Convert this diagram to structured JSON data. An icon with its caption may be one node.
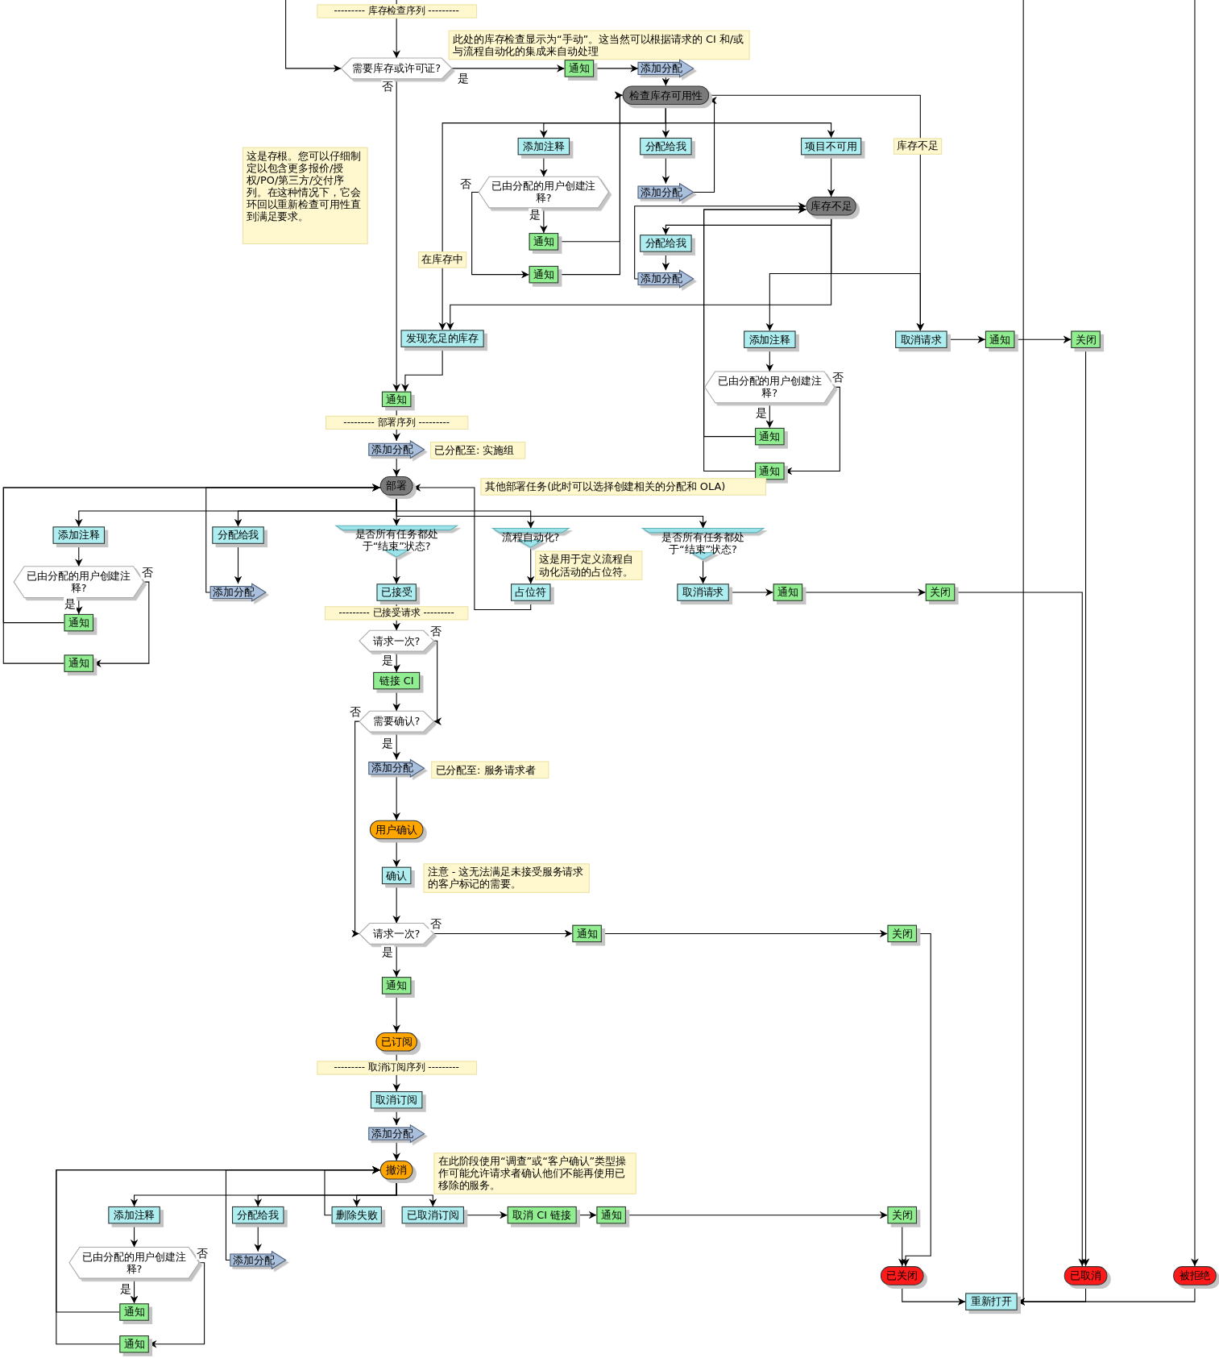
{
  "diagram": {
    "nodes": [
      {
        "text": [
          "--------- 库存检查序列 ---------"
        ]
      },
      {
        "text": [
          "此处的库存检查显示为“手动”。这当然可以根据请求的 CI 和/或与流程自动化的集成来自动处理"
        ]
      },
      {
        "text": [
          "需要库存或许可证?"
        ]
      },
      {
        "text": [
          "通知"
        ]
      },
      {
        "text": [
          "添加分配"
        ]
      },
      {
        "text": [
          "检查库存可用性"
        ]
      },
      {
        "text": [
          "这是存根。您可以仔细制定以包含更多报价/授权/PO/第三方/交付序列。在这种情况下，它会环回以重新检查可用性直到满足要求。"
        ]
      },
      {
        "text": [
          "添加注释"
        ]
      },
      {
        "text": [
          "分配给我"
        ]
      },
      {
        "text": [
          "项目不可用"
        ]
      },
      {
        "text": [
          "已由分配的用户创建注释?"
        ]
      },
      {
        "text": [
          "添加分配"
        ]
      },
      {
        "text": [
          "通知"
        ]
      },
      {
        "text": [
          "通知"
        ]
      },
      {
        "text": [
          "库存不足"
        ]
      },
      {
        "text": [
          "分配给我"
        ]
      },
      {
        "text": [
          "添加分配"
        ]
      },
      {
        "text": [
          "发现充足的库存"
        ]
      },
      {
        "text": [
          "添加注释"
        ]
      },
      {
        "text": [
          "取消请求"
        ]
      },
      {
        "text": [
          "通知"
        ]
      },
      {
        "text": [
          "关闭"
        ]
      },
      {
        "text": [
          "已由分配的用户创建注释?"
        ]
      },
      {
        "text": [
          "通知"
        ]
      },
      {
        "text": [
          "通知"
        ]
      },
      {
        "text": [
          "通知"
        ]
      },
      {
        "text": [
          "--------- 部署序列 ---------"
        ]
      },
      {
        "text": [
          "添加分配"
        ]
      },
      {
        "text": [
          "部署"
        ]
      },
      {
        "text": [
          "添加注释"
        ]
      },
      {
        "text": [
          "分配给我"
        ]
      },
      {
        "text": [
          "是否所有任务都处于“结束”状态?"
        ]
      },
      {
        "text": [
          "流程自动化?"
        ]
      },
      {
        "text": [
          "是否所有任务都处于“结束”状态?"
        ]
      },
      {
        "text": [
          "已由分配的用户创建注释?"
        ]
      },
      {
        "text": [
          "添加分配"
        ]
      },
      {
        "text": [
          "已接受"
        ]
      },
      {
        "text": [
          "占位符"
        ]
      },
      {
        "text": [
          "取消请求"
        ]
      },
      {
        "text": [
          "通知"
        ]
      },
      {
        "text": [
          "关闭"
        ]
      },
      {
        "text": [
          "--------- 已接受请求 ---------"
        ]
      },
      {
        "text": [
          "通知"
        ]
      },
      {
        "text": [
          "请求一次?"
        ]
      },
      {
        "text": [
          "通知"
        ]
      },
      {
        "text": [
          "链接 CI"
        ]
      },
      {
        "text": [
          "需要确认?"
        ]
      },
      {
        "text": [
          "添加分配"
        ]
      },
      {
        "text": [
          "用户确认"
        ]
      },
      {
        "text": [
          "确认"
        ]
      },
      {
        "text": [
          "请求一次?"
        ]
      },
      {
        "text": [
          "通知"
        ]
      },
      {
        "text": [
          "关闭"
        ]
      },
      {
        "text": [
          "通知"
        ]
      },
      {
        "text": [
          "已订阅"
        ]
      },
      {
        "text": [
          "--------- 取消订阅序列 ---------"
        ]
      },
      {
        "text": [
          "取消订阅"
        ]
      },
      {
        "text": [
          "添加分配"
        ]
      },
      {
        "text": [
          "撤消"
        ]
      },
      {
        "text": [
          "添加注释"
        ]
      },
      {
        "text": [
          "分配给我"
        ]
      },
      {
        "text": [
          "删除失败"
        ]
      },
      {
        "text": [
          "已取消订阅"
        ]
      },
      {
        "text": [
          "取消 CI 链接"
        ]
      },
      {
        "text": [
          "通知"
        ]
      },
      {
        "text": [
          "关闭"
        ]
      },
      {
        "text": [
          "已由分配的用户创建注释?"
        ]
      },
      {
        "text": [
          "添加分配"
        ]
      },
      {
        "text": [
          "已关闭"
        ]
      },
      {
        "text": [
          "已取消"
        ]
      },
      {
        "text": [
          "被拒绝"
        ]
      },
      {
        "text": [
          "通知"
        ]
      },
      {
        "text": [
          "重新打开"
        ]
      },
      {
        "text": [
          "通知"
        ]
      },
      {
        "text": [
          "已分配至: 实施组"
        ]
      },
      {
        "text": [
          "其他部署任务(此时可以选择创建相关的分配和 OLA)"
        ]
      },
      {
        "text": [
          "这是用于定义流程自动化活动的占位符。"
        ]
      },
      {
        "text": [
          "已分配至: 服务请求者"
        ]
      },
      {
        "text": [
          "注意 - 这无法满足未接受服务请求的客户标记的需要。"
        ]
      },
      {
        "text": [
          "在此阶段使用“调查”或“客户确认”类型操作可能允许请求者确认他们不能再使用已移除的服务。"
        ]
      }
    ],
    "edges": [
      {
        "from": null,
        "to": 0,
        "arrow": "none"
      },
      {
        "from": 0,
        "to": 2,
        "arrow": "to"
      },
      {
        "from": null,
        "to": 2,
        "arrow": "to"
      },
      {
        "from": 2,
        "to": 3,
        "arrow": "to",
        "label": "是"
      },
      {
        "from": 2,
        "to": 25,
        "arrow": "to",
        "label": "否"
      },
      {
        "from": 3,
        "to": 4,
        "arrow": "to"
      },
      {
        "from": 4,
        "to": 5,
        "arrow": "to"
      },
      {
        "from": 5,
        "to": 7,
        "arrow": "to"
      },
      {
        "from": 5,
        "to": 8,
        "arrow": "to"
      },
      {
        "from": 5,
        "to": 9,
        "arrow": "to"
      },
      {
        "from": 5,
        "to": 17,
        "arrow": "to",
        "label": "在库存中"
      },
      {
        "from": 5,
        "to": 19,
        "arrow": "to",
        "label": "库存不足"
      },
      {
        "from": 7,
        "to": 10,
        "arrow": "to"
      },
      {
        "from": 10,
        "to": 12,
        "arrow": "to",
        "label": "是"
      },
      {
        "from": 10,
        "to": 13,
        "arrow": "to",
        "label": "否"
      },
      {
        "from": 12,
        "to": 5,
        "arrow": "to"
      },
      {
        "from": 13,
        "to": 5,
        "arrow": "to"
      },
      {
        "from": 8,
        "to": 11,
        "arrow": "to"
      },
      {
        "from": 11,
        "to": 5,
        "arrow": "to"
      },
      {
        "from": 9,
        "to": 14,
        "arrow": "to"
      },
      {
        "from": 14,
        "to": 15,
        "arrow": "to"
      },
      {
        "from": 15,
        "to": 16,
        "arrow": "to"
      },
      {
        "from": 16,
        "to": 14,
        "arrow": "to"
      },
      {
        "from": 14,
        "to": 18,
        "arrow": "to"
      },
      {
        "from": 14,
        "to": 17,
        "arrow": "to"
      },
      {
        "from": 14,
        "to": 19,
        "arrow": "to"
      },
      {
        "from": 18,
        "to": 22,
        "arrow": "to"
      },
      {
        "from": 22,
        "to": 23,
        "arrow": "to",
        "label": "是"
      },
      {
        "from": 22,
        "to": 24,
        "arrow": "to",
        "label": "否"
      },
      {
        "from": 23,
        "to": 14,
        "arrow": "to"
      },
      {
        "from": 24,
        "to": 14,
        "arrow": "to"
      },
      {
        "from": 17,
        "to": 25,
        "arrow": "to"
      },
      {
        "from": 19,
        "to": 20,
        "arrow": "to"
      },
      {
        "from": 20,
        "to": 21,
        "arrow": "to"
      },
      {
        "from": 21,
        "to": 69,
        "arrow": "to"
      },
      {
        "from": 25,
        "to": 26,
        "arrow": "none"
      },
      {
        "from": 26,
        "to": 27,
        "arrow": "to"
      },
      {
        "from": 27,
        "to": 28,
        "arrow": "to"
      },
      {
        "from": 28,
        "to": 29,
        "arrow": "to"
      },
      {
        "from": 28,
        "to": 30,
        "arrow": "to"
      },
      {
        "from": 28,
        "to": 31,
        "arrow": "to"
      },
      {
        "from": 28,
        "to": 32,
        "arrow": "to"
      },
      {
        "from": 28,
        "to": 33,
        "arrow": "to"
      },
      {
        "from": 29,
        "to": 34,
        "arrow": "to"
      },
      {
        "from": 34,
        "to": 42,
        "arrow": "to",
        "label": "是"
      },
      {
        "from": 34,
        "to": 44,
        "arrow": "to",
        "label": "否"
      },
      {
        "from": 42,
        "to": 28,
        "arrow": "to"
      },
      {
        "from": 44,
        "to": 28,
        "arrow": "to"
      },
      {
        "from": 30,
        "to": 35,
        "arrow": "to"
      },
      {
        "from": 35,
        "to": 28,
        "arrow": "to"
      },
      {
        "from": 31,
        "to": 36,
        "arrow": "to"
      },
      {
        "from": 32,
        "to": 37,
        "arrow": "to"
      },
      {
        "from": 37,
        "to": 28,
        "arrow": "to"
      },
      {
        "from": 33,
        "to": 38,
        "arrow": "to"
      },
      {
        "from": 38,
        "to": 39,
        "arrow": "to"
      },
      {
        "from": 39,
        "to": 40,
        "arrow": "to"
      },
      {
        "from": 40,
        "to": 69,
        "arrow": "to"
      },
      {
        "from": 36,
        "to": 41,
        "arrow": "none"
      },
      {
        "from": 41,
        "to": 43,
        "arrow": "to"
      },
      {
        "from": 43,
        "to": 45,
        "arrow": "to",
        "label": "是"
      },
      {
        "from": 43,
        "to": 46,
        "arrow": "to",
        "label": "否"
      },
      {
        "from": 45,
        "to": 46,
        "arrow": "to"
      },
      {
        "from": 46,
        "to": 47,
        "arrow": "to",
        "label": "是"
      },
      {
        "from": 46,
        "to": 50,
        "arrow": "to",
        "label": "否"
      },
      {
        "from": 47,
        "to": 48,
        "arrow": "to"
      },
      {
        "from": 48,
        "to": 49,
        "arrow": "to"
      },
      {
        "from": 49,
        "to": 50,
        "arrow": "to"
      },
      {
        "from": 50,
        "to": 51,
        "arrow": "to",
        "label": "否"
      },
      {
        "from": 51,
        "to": 52,
        "arrow": "to"
      },
      {
        "from": 50,
        "to": 53,
        "arrow": "to",
        "label": "是"
      },
      {
        "from": 53,
        "to": 54,
        "arrow": "to"
      },
      {
        "from": 54,
        "to": 55,
        "arrow": "none"
      },
      {
        "from": 55,
        "to": 56,
        "arrow": "to"
      },
      {
        "from": 56,
        "to": 57,
        "arrow": "to"
      },
      {
        "from": 57,
        "to": 58,
        "arrow": "to"
      },
      {
        "from": 58,
        "to": 59,
        "arrow": "to"
      },
      {
        "from": 58,
        "to": 60,
        "arrow": "to"
      },
      {
        "from": 58,
        "to": 61,
        "arrow": "to"
      },
      {
        "from": 58,
        "to": 62,
        "arrow": "to"
      },
      {
        "from": 59,
        "to": 66,
        "arrow": "to"
      },
      {
        "from": 66,
        "to": 71,
        "arrow": "to",
        "label": "是"
      },
      {
        "from": 66,
        "to": 73,
        "arrow": "to",
        "label": "否"
      },
      {
        "from": 71,
        "to": 58,
        "arrow": "to"
      },
      {
        "from": 73,
        "to": 58,
        "arrow": "to"
      },
      {
        "from": 60,
        "to": 67,
        "arrow": "to"
      },
      {
        "from": 67,
        "to": 58,
        "arrow": "to"
      },
      {
        "from": 61,
        "to": 58,
        "arrow": "to"
      },
      {
        "from": 62,
        "to": 63,
        "arrow": "to"
      },
      {
        "from": 63,
        "to": 64,
        "arrow": "to"
      },
      {
        "from": 64,
        "to": 65,
        "arrow": "to"
      },
      {
        "from": 65,
        "to": 68,
        "arrow": "to"
      },
      {
        "from": 52,
        "to": 68,
        "arrow": "to"
      },
      {
        "from": 68,
        "to": 72,
        "arrow": "to"
      },
      {
        "from": 69,
        "to": 72,
        "arrow": "to"
      },
      {
        "from": 70,
        "to": 72,
        "arrow": "to"
      },
      {
        "from": null,
        "to": 70,
        "arrow": "to"
      },
      {
        "from": 72,
        "to": null,
        "arrow": "none"
      }
    ]
  }
}
